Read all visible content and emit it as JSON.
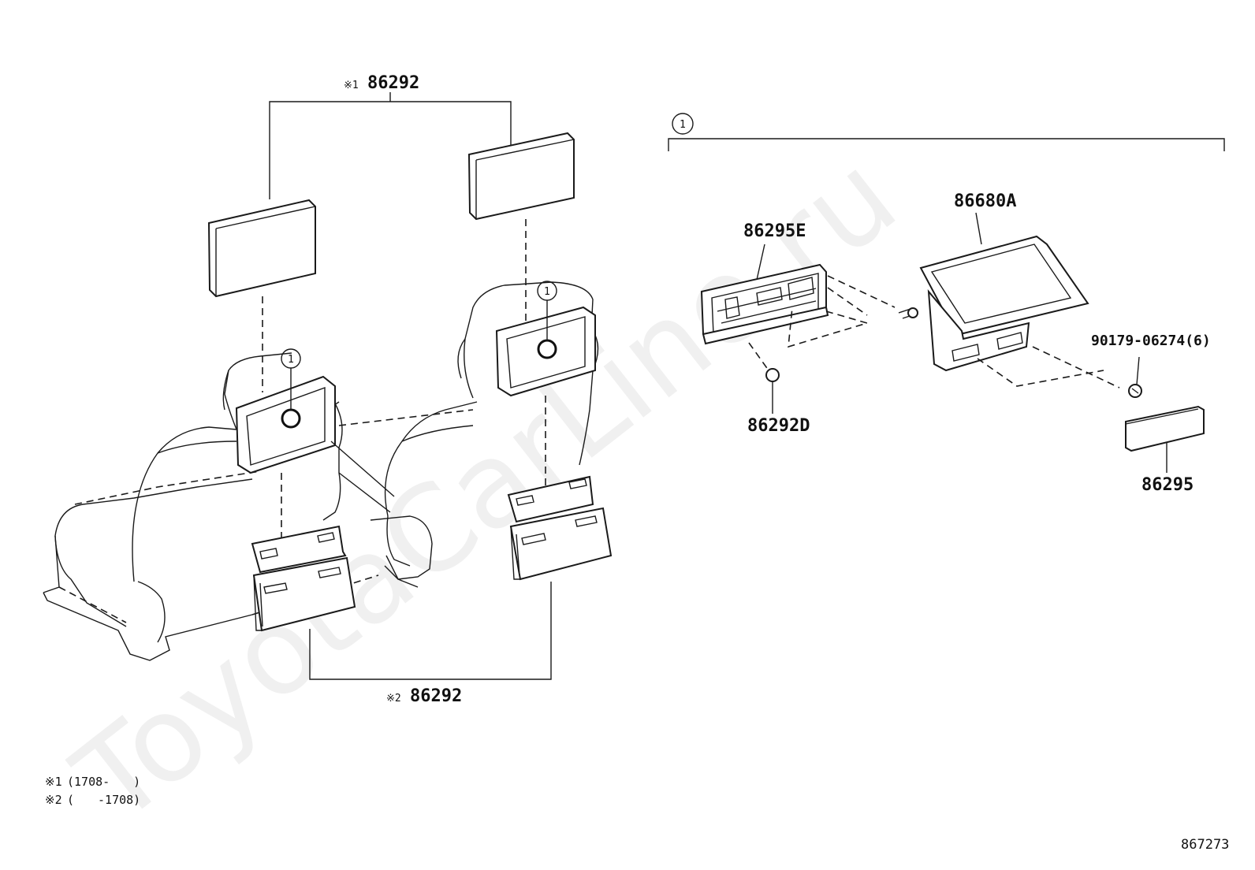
{
  "watermark": "ToyotaCarLine.ru",
  "callouts": {
    "top_ref_mark": "※1",
    "top_ref_part": "86292",
    "bottom_ref_mark": "※2",
    "bottom_ref_part": "86292",
    "group_number": "1",
    "left_seat_circle": "1",
    "right_seat_circle": "1",
    "bracket_label": "86295E",
    "monitor_label": "86680A",
    "screw_label": "90179-06274(6)",
    "clip_label": "86292D",
    "cover_label": "86295"
  },
  "notes": [
    {
      "mark": "※1",
      "text": "(1708-　　)"
    },
    {
      "mark": "※2",
      "text": "(　　-1708)"
    }
  ],
  "diagram_id": "867273"
}
